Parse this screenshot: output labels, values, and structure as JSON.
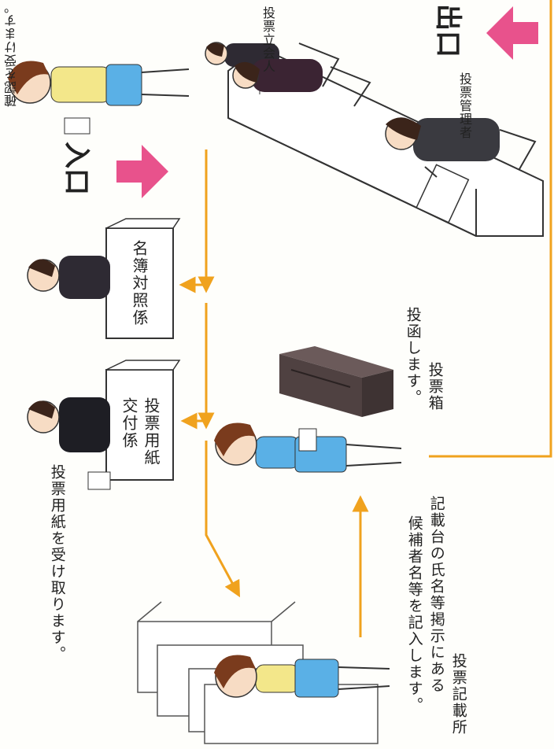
{
  "labels": {
    "exit": "出口",
    "entrance": "入口",
    "witness": "投票立会人",
    "manager": "投票管理者",
    "roster_clerk": "名簿対照係",
    "ballot_issue_clerk": [
      "投票用紙",
      "交付係"
    ],
    "ballot_box": "投票箱",
    "cast_vote": "投函します。",
    "receive_ballot": "投票用紙を受け取ります。",
    "confirm_top": "確認を受けます。",
    "booth_title": "投票記載所",
    "booth_desc_1": "記載台の氏名等掲示にある",
    "booth_desc_2": "候補者名等を記入します。"
  },
  "colors": {
    "arrow_line": "#f0a21e",
    "big_arrow": "#e8528c",
    "ballot_box": "#5a4a4a",
    "suit": "#2e2a33",
    "dress_blue": "#5ab0e6",
    "dress_yellow": "#f3e78a",
    "skin": "#f7dcc4",
    "hair": "#7a3b1d"
  }
}
